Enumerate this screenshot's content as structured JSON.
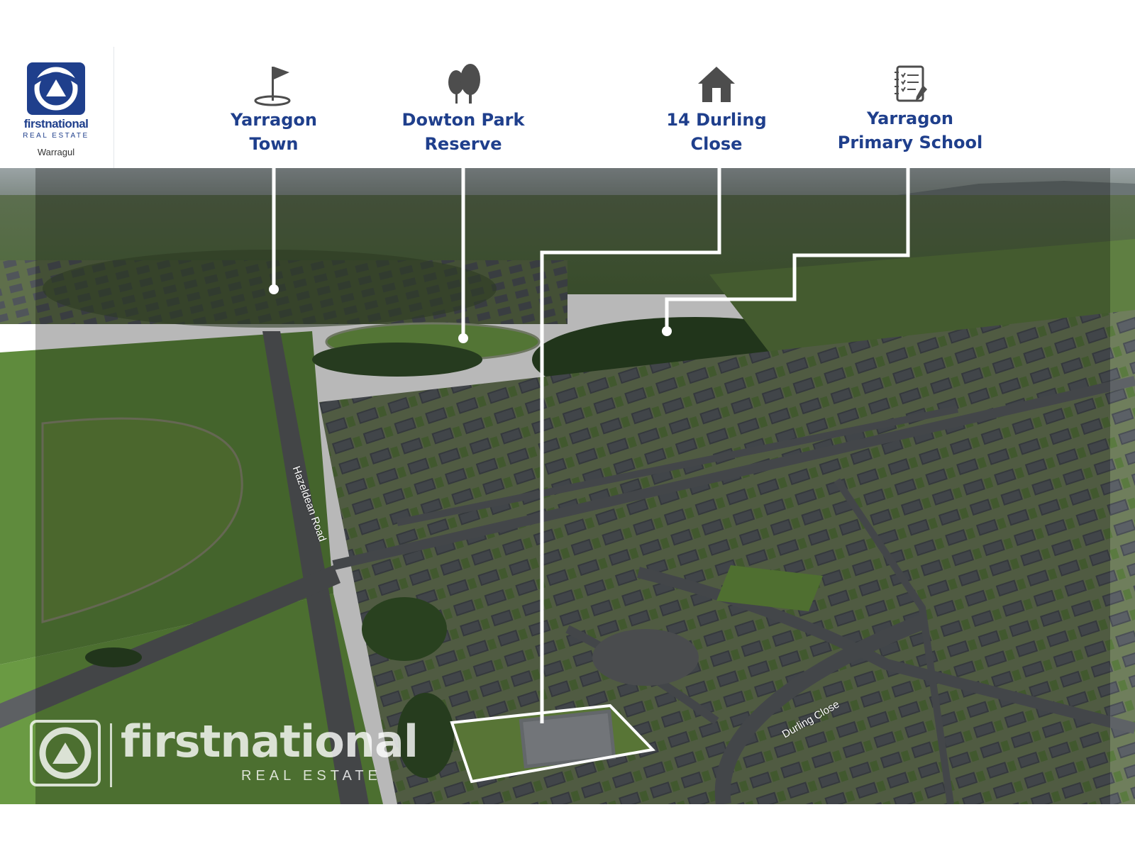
{
  "brand": {
    "name": "firstnational",
    "sub": "REAL ESTATE",
    "branch": "Warragul",
    "color": "#1f3f8c"
  },
  "points_of_interest": [
    {
      "label_line1": "Yarragon",
      "label_line2": "Town",
      "icon": "golf-flag-icon"
    },
    {
      "label_line1": "Dowton Park",
      "label_line2": "Reserve",
      "icon": "trees-icon"
    },
    {
      "label_line1": "14 Durling",
      "label_line2": "Close",
      "icon": "house-icon"
    },
    {
      "label_line1": "Yarragon",
      "label_line2": "Primary School",
      "icon": "notebook-checklist-icon"
    }
  ],
  "roads": {
    "hazeldean": "Hazeldean Road",
    "durling": "Durling Close"
  },
  "watermark": {
    "word": "firstnational",
    "sub": "REAL ESTATE"
  }
}
